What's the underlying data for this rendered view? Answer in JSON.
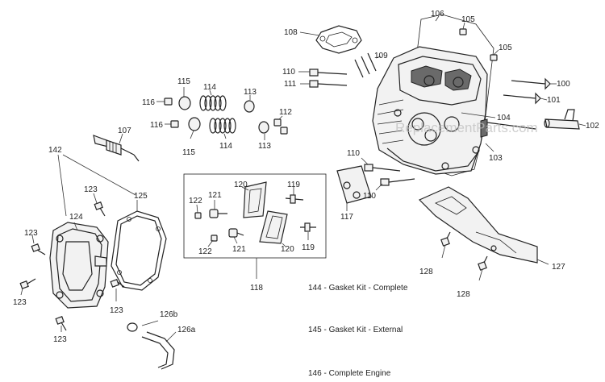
{
  "watermark": "ReplacementParts.com",
  "callouts": {
    "c100": "100",
    "c101": "101",
    "c102": "102",
    "c103": "103",
    "c104": "104",
    "c105a": "105",
    "c105b": "105",
    "c106": "106",
    "c107": "107",
    "c108": "108",
    "c109": "109",
    "c110a": "110",
    "c110b": "110",
    "c110c": "110",
    "c111": "111",
    "c112": "112",
    "c113a": "113",
    "c113b": "113",
    "c114a": "114",
    "c114b": "114",
    "c115a": "115",
    "c115b": "115",
    "c116a": "116",
    "c116b": "116",
    "c117": "117",
    "c118": "118",
    "c119a": "119",
    "c119b": "119",
    "c120a": "120",
    "c120b": "120",
    "c121a": "121",
    "c121b": "121",
    "c122a": "122",
    "c122b": "122",
    "c123a": "123",
    "c123b": "123",
    "c123c": "123",
    "c123d": "123",
    "c123e": "123",
    "c124": "124",
    "c125": "125",
    "c126a": "126a",
    "c126b": "126b",
    "c127": "127",
    "c128a": "128",
    "c128b": "128",
    "c142": "142"
  },
  "notes": {
    "n144": "144 - Gasket Kit - Complete",
    "n145": "145 - Gasket Kit - External",
    "n146": "146 - Complete Engine"
  }
}
